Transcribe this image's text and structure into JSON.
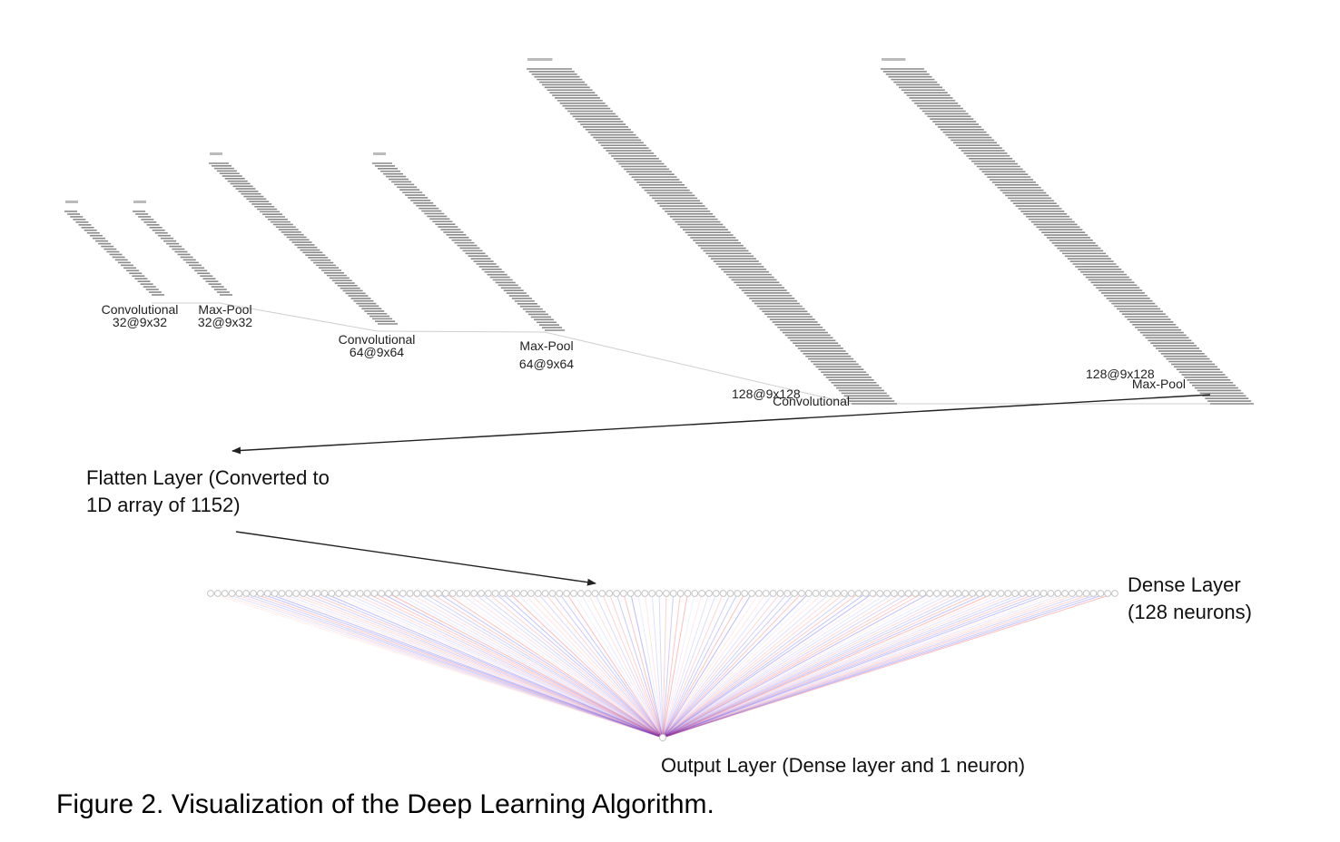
{
  "layers": [
    {
      "id": "conv1",
      "name": "Convolutional",
      "shape": "32@9x32",
      "lines": 32
    },
    {
      "id": "pool1",
      "name": "Max-Pool",
      "shape": "32@9x32",
      "lines": 32
    },
    {
      "id": "conv2",
      "name": "Convolutional",
      "shape": "64@9x64",
      "lines": 64
    },
    {
      "id": "pool2",
      "name": "Max-Pool",
      "shape": "64@9x64",
      "lines": 64
    },
    {
      "id": "conv3",
      "name": "Convolutional",
      "shape": "128@9x128",
      "lines": 128
    },
    {
      "id": "pool3",
      "name": "Max-Pool",
      "shape": "128@9x128",
      "lines": 128
    }
  ],
  "flatten": {
    "line1": "Flatten Layer (Converted to",
    "line2": "1D array of 1152)"
  },
  "dense": {
    "line1": "Dense Layer",
    "line2": "(128 neurons)",
    "neurons": 128
  },
  "output": {
    "label": "Output Layer (Dense layer and 1 neuron)",
    "neurons": 1
  },
  "caption": "Figure 2. Visualization of the Deep Learning Algorithm.",
  "colors": {
    "stack": "#8a8a8a",
    "arrow": "#222222",
    "weight_positive": "#3b3bff",
    "weight_negative": "#ff3b3b"
  }
}
